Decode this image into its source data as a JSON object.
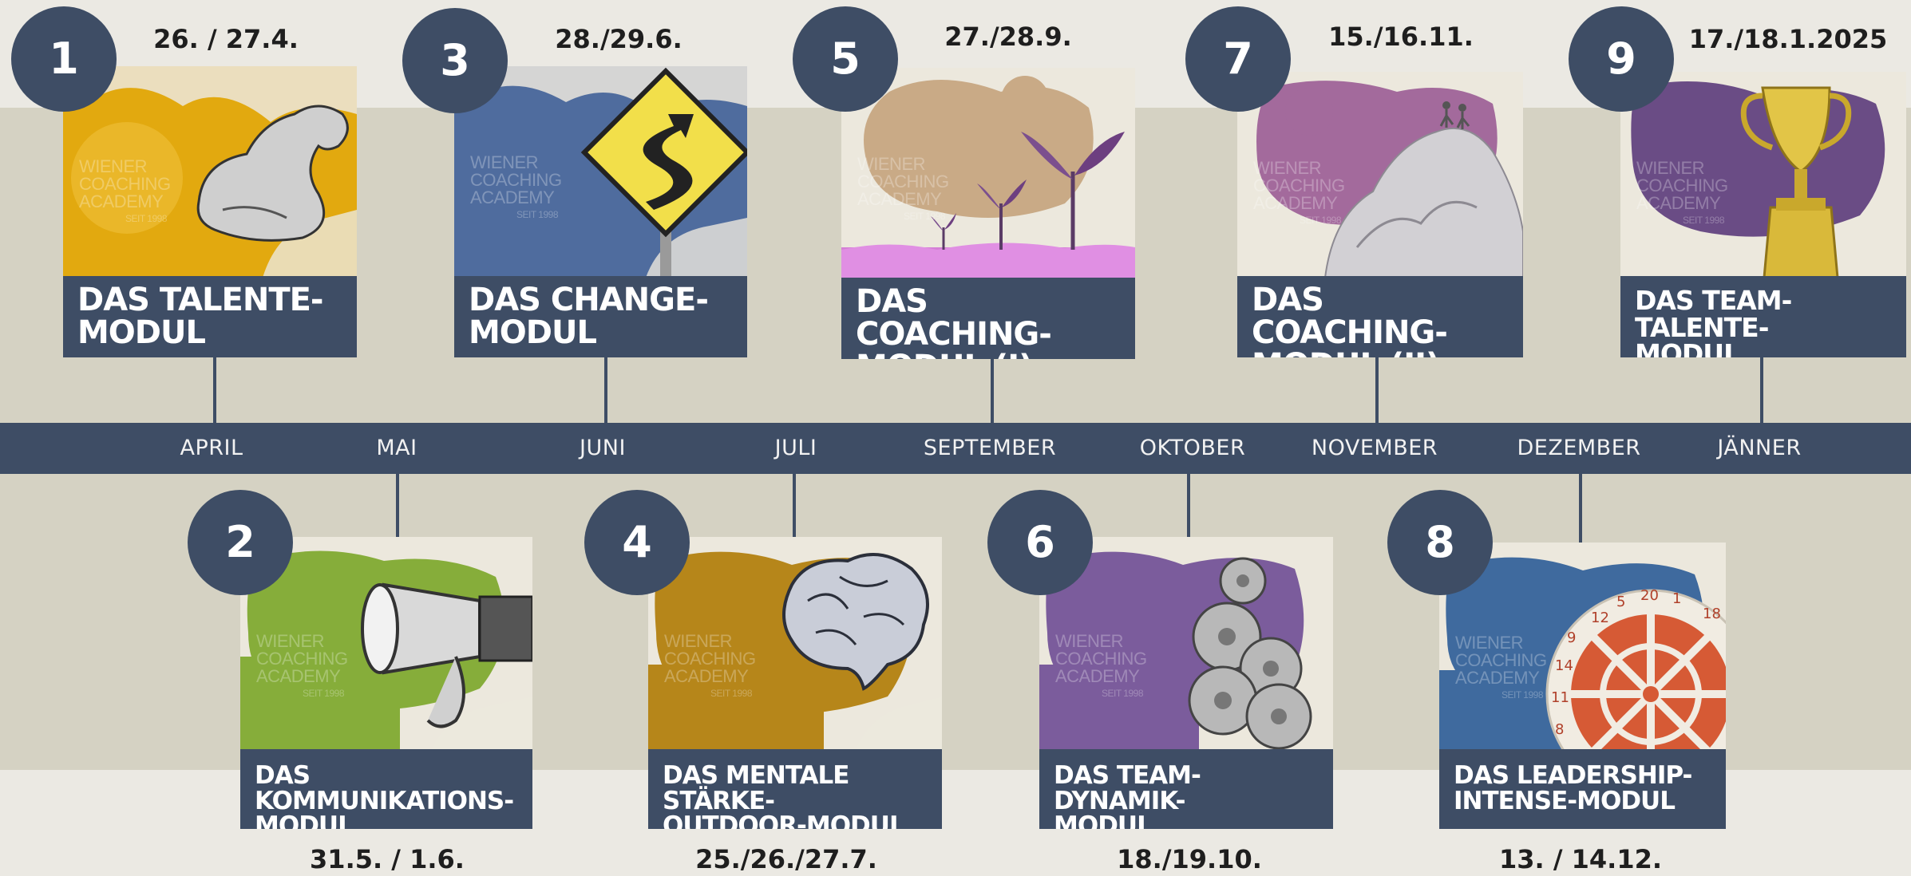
{
  "colors": {
    "navy": "#3e4d65",
    "background": "#ebe9e3",
    "band": "#d5d2c3"
  },
  "months": [
    "APRIL",
    "MAI",
    "JUNI",
    "JULI",
    "SEPTEMBER",
    "OKTOBER",
    "NOVEMBER",
    "DEZEMBER",
    "JÄNNER"
  ],
  "watermark": {
    "line1": "WIENER",
    "line2": "COACHING",
    "line3": "ACADEMY",
    "since": "SEIT 1998"
  },
  "modules": [
    {
      "number": "1",
      "title": "DAS TALENTE-\nMODUL",
      "date": "26. / 27.4.",
      "color": "#e2a90f",
      "icon": "flexed-arm-icon"
    },
    {
      "number": "2",
      "title": "DAS KOMMUNIKATIONS-\nMODUL",
      "date": "31.5. / 1.6.",
      "color": "#86ad3a",
      "icon": "megaphone-icon"
    },
    {
      "number": "3",
      "title": "DAS CHANGE-\nMODUL",
      "date": "28./29.6.",
      "color": "#4f6c9e",
      "icon": "winding-road-sign-icon"
    },
    {
      "number": "4",
      "title": "DAS MENTALE STÄRKE-\nOUTDOOR-MODUL",
      "date": "25./26./27.7.",
      "color": "#b6861a",
      "icon": "brain-icon"
    },
    {
      "number": "5",
      "title": "DAS COACHING-\nMODUL (I)",
      "date": "27./28.9.",
      "color": "#c9aa86",
      "icon": "sprouting-plants-icon"
    },
    {
      "number": "6",
      "title": "DAS TEAM-DYNAMIK-\nMODUL",
      "date": "18./19.10.",
      "color": "#7b5c9c",
      "icon": "gears-icon"
    },
    {
      "number": "7",
      "title": "DAS COACHING-\nMODUL (II)",
      "date": "15./16.11.",
      "color": "#a36a9c",
      "icon": "mountain-climbers-icon"
    },
    {
      "number": "8",
      "title": "DAS LEADERSHIP-\nINTENSE-MODUL",
      "date": "13. / 14.12.",
      "color": "#3f6a9e",
      "icon": "dartboard-icon"
    },
    {
      "number": "9",
      "title": "DAS TEAM-TALENTE-\nMODUL",
      "date": "17./18.1.2025",
      "color": "#6a4c85",
      "icon": "trophy-icon"
    }
  ],
  "dartboard_numbers": [
    "12",
    "5",
    "20",
    "1",
    "18",
    "9",
    "14",
    "11",
    "8"
  ]
}
